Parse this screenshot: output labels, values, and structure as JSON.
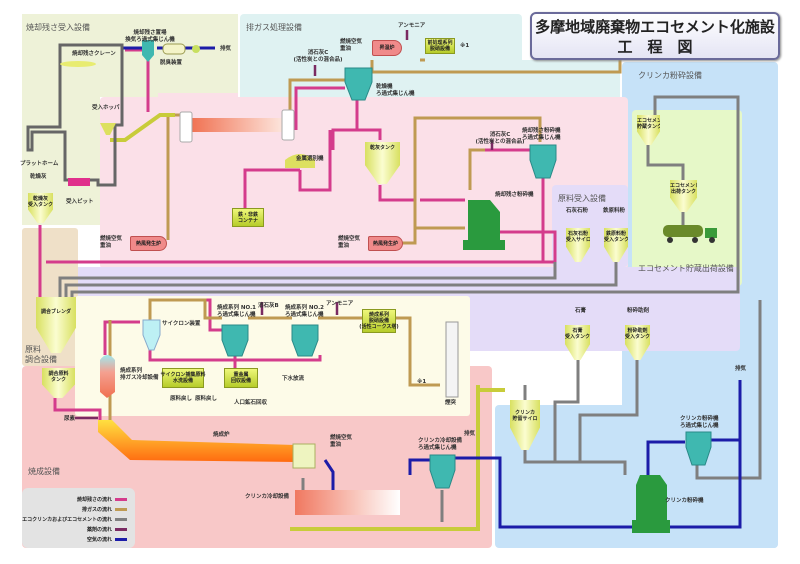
{
  "title": {
    "line1": "多摩地域廃棄物エコセメント化施設",
    "line2": "工　程　図"
  },
  "regions": {
    "residue_receiving": "焼却残さ受入設備",
    "exhaust_treatment": "排ガス処理設備",
    "clinker_grinding": "クリンカ粉砕設備",
    "raw_receiving": "原料受入設備",
    "ecocement_storage": "エコセメント貯蔵出荷設備",
    "raw_mixing": "原料\n調合設備",
    "firing": "焼成設備"
  },
  "labels": {
    "storage_dust_collector": "焼却残さ置場\n換気ろ過式集じん機",
    "deodorizer": "脱臭装置",
    "exhaust1": "排気",
    "crane": "焼却残さクレーン",
    "hopper": "受入ホッパ",
    "platform": "プラットホーム",
    "dry_ash": "乾燥灰",
    "dry_ash_tank": "乾燥灰\n受入タンク",
    "pit": "受入ピット",
    "slaked_lime_c1": "消石灰C\n(活性炭との混合品)",
    "combustion_air1": "燃焼空気\n重油",
    "heating_furnace": "昇温炉",
    "ammonia1": "アンモニア",
    "denitration1": "前処理系列\n脱硝設備",
    "note1a": "※1",
    "dryer_collector": "乾燥機\nろ過式集じん機",
    "metal_separator": "金属選別機",
    "metal_container": "鉄・非鉄\nコンテナ",
    "ash_tank": "乾灰タンク",
    "combustion_air2": "燃焼空気\n重油",
    "hot_air1": "熱風発生炉",
    "combustion_air3": "燃焼空気\n重油",
    "hot_air2": "熱風発生炉",
    "slaked_lime_c2": "消石灰C\n(活性炭との混合品)",
    "mill_collector": "焼却残さ粉砕機\nろ過式集じん機",
    "residue_mill": "焼却残さ粉砕機",
    "limestone": "石灰石粉",
    "iron_raw": "鉄原料粉",
    "limestone_silo": "石灰石粉\n受入サイロ",
    "iron_tank": "鉄原料粉\n受入タンク",
    "eco_storage_tank": "エコセメント\n貯蔵タンク",
    "eco_ship_tank": "エコセメント\n出荷タンク",
    "blender": "調合ブレンダ",
    "mix_tank": "調合原料\nタンク",
    "urea": "尿素",
    "gas_cooler": "焼成系列\n排ガス冷却設備",
    "cyclone": "サイクロン装置",
    "no1_collector": "焼成系列 NO.1\nろ過式集じん機",
    "slaked_lime_b": "消石灰B",
    "no2_collector": "焼成系列 NO.2\nろ過式集じん機",
    "ammonia2": "アンモニア",
    "denitration2": "焼成系列\n脱硝設備\n(活性コークス塔)",
    "cyclone_wash": "サイクロン捕集原料\n水洗設備",
    "heavy_metal": "重金属\n回収設備",
    "sewage": "下水放流",
    "return1": "原料戻し",
    "return2": "原料戻し",
    "artificial_ore": "人口鉱石回収",
    "kiln": "焼成炉",
    "combustion_air4": "燃焼空気\n重油",
    "clinker_cooler": "クリンカ冷却設備",
    "note1b": "※1",
    "stack": "煙突",
    "cooler_collector": "クリンカ冷却設備\nろ過式集じん機",
    "exhaust2": "排気",
    "clinker_silo": "クリンカ\n貯留サイロ",
    "gypsum": "石膏",
    "gypsum_tank": "石膏\n受入タンク",
    "grinding_aid": "粉砕助剤",
    "grinding_aid_tank": "粉砕助剤\n受入タンク",
    "clinker_mill_collector": "クリンカ粉砕機\nろ過式集じん機",
    "exhaust3": "排気",
    "clinker_mill": "クリンカ粉砕機"
  },
  "legend": [
    {
      "label": "焼却残さの流れ",
      "color": "#d43c8c"
    },
    {
      "label": "排ガスの流れ",
      "color": "#bf9a52"
    },
    {
      "label": "エコクリンカおよびエコセメントの流れ",
      "color": "#7f7f7f"
    },
    {
      "label": "薬剤の流れ",
      "color": "#7a2a62"
    },
    {
      "label": "空気の流れ",
      "color": "#1c1ca8"
    }
  ],
  "colors": {
    "residue": "#d43c8c",
    "gas": "#bf9a52",
    "clinker": "#7f7f7f",
    "chemical": "#7a2a62",
    "air": "#1c1ca8",
    "collector": "#3fb8b0",
    "mill": "#2a9a3e"
  }
}
